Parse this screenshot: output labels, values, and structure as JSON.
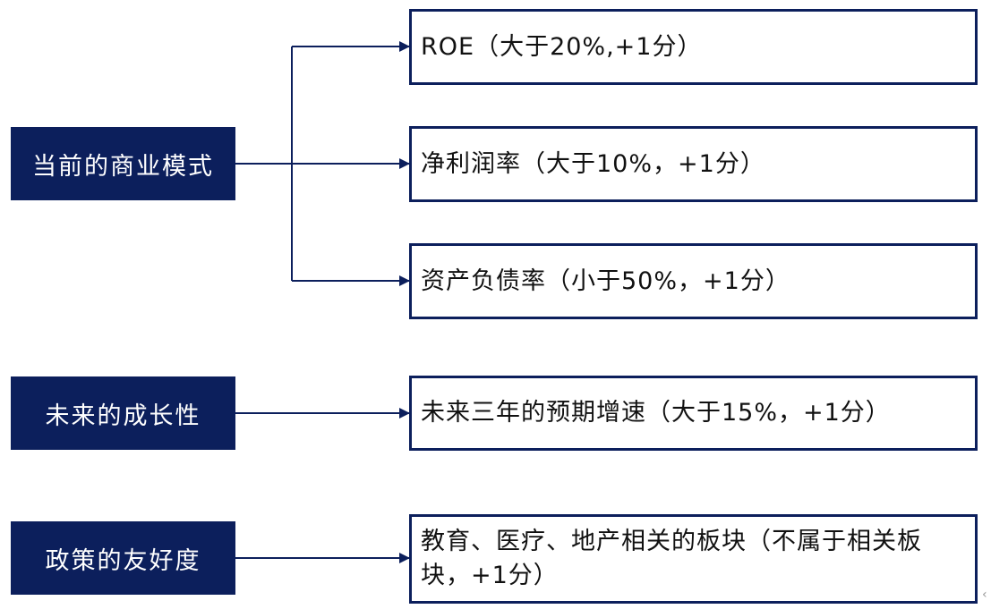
{
  "categories": [
    {
      "label": "当前的商业模式"
    },
    {
      "label": "未来的成长性"
    },
    {
      "label": "政策的友好度"
    }
  ],
  "criteria": [
    {
      "text": "ROE（大于20%,+1分）"
    },
    {
      "text": "净利润率（大于10%，+1分）"
    },
    {
      "text": "资产负债率（小于50%，+1分）"
    },
    {
      "text": "未来三年的预期增速（大于15%，+1分）"
    },
    {
      "text": "教育、医疗、地产相关的板块（不属于相关板块，+1分）"
    }
  ],
  "colors": {
    "category_fill": "#0c1f5c",
    "border": "#0c1f5c",
    "text": "#111111"
  },
  "corner_glyph": "‹"
}
